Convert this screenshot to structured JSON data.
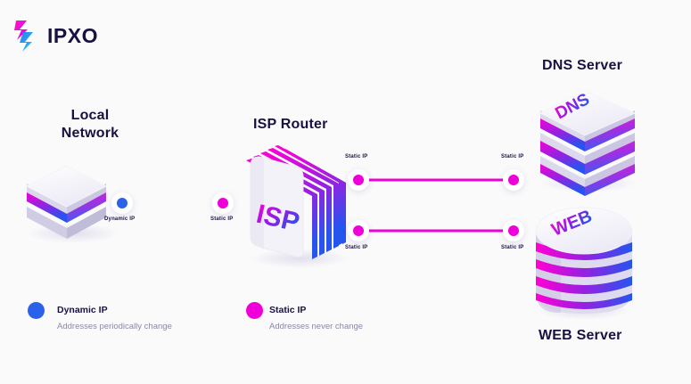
{
  "brand": {
    "name": "IPXO",
    "logo_icon": "ipxo-chevron-logo-icon",
    "colors": {
      "magenta": "#ef00d8",
      "blue": "#2a62ea",
      "navy": "#1a1140",
      "background": "#fafafb"
    }
  },
  "diagram": {
    "title_local_network": "Local\nNetwork",
    "title_local_network_line1": "Local",
    "title_local_network_line2": "Network",
    "title_isp_router": "ISP Router",
    "title_dns_server": "DNS Server",
    "title_web_server": "WEB Server",
    "node_isp_face_label": "ISP",
    "node_dns_face_label": "DNS",
    "node_web_face_label": "WEB"
  },
  "connections": [
    {
      "id": "local-to-isp",
      "from_label": "Dynamic IP",
      "to_label": "Static IP",
      "from_color": "#2a62ea",
      "to_color": "#ef00d8",
      "label_position": "below"
    },
    {
      "id": "isp-to-dns",
      "from_label": "Static IP",
      "to_label": "Static IP",
      "from_color": "#ef00d8",
      "to_color": "#ef00d8",
      "label_position": "above"
    },
    {
      "id": "isp-to-web",
      "from_label": "Static IP",
      "to_label": "Static IP",
      "from_color": "#ef00d8",
      "to_color": "#ef00d8",
      "label_position": "below"
    }
  ],
  "legend": [
    {
      "id": "dynamic-ip",
      "color": "#2a62ea",
      "title": "Dynamic IP",
      "subtitle": "Addresses periodically change"
    },
    {
      "id": "static-ip",
      "color": "#ef00d8",
      "title": "Static IP",
      "subtitle": "Addresses never change"
    }
  ]
}
